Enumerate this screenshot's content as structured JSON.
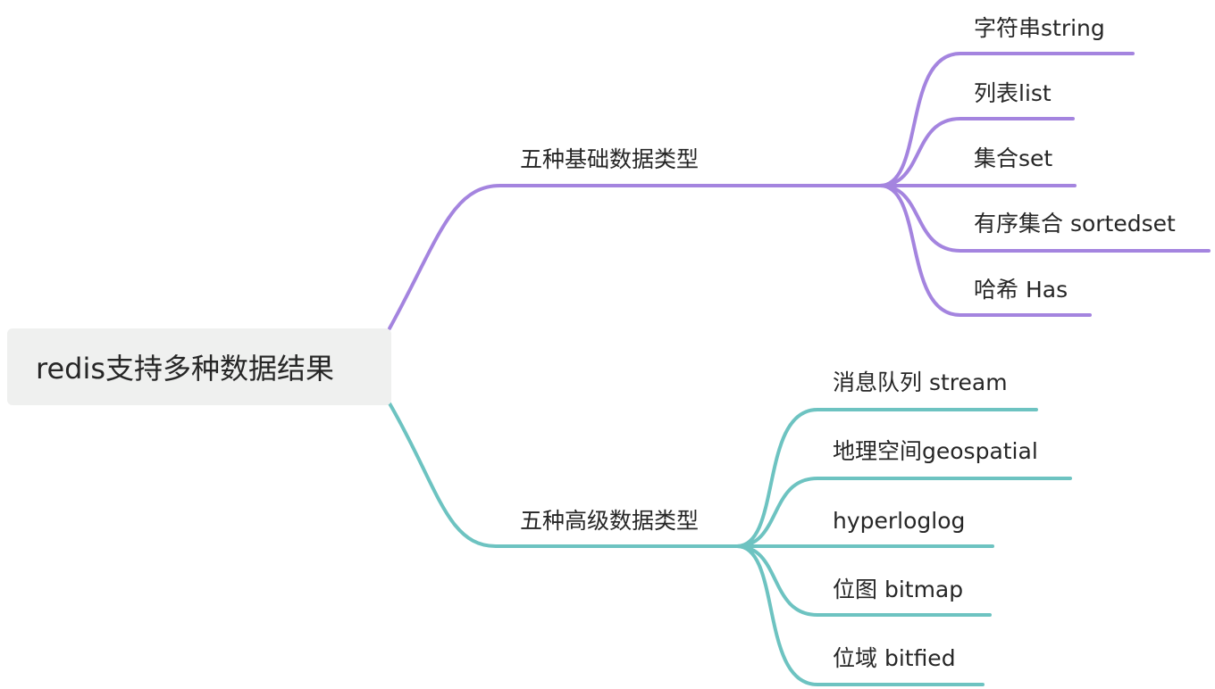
{
  "root": {
    "label": "redis支持多种数据结果"
  },
  "colors": {
    "basic_branch": "#a484df",
    "advanced_branch": "#6dc3c1",
    "root_fill": "#eff0ef",
    "text": "#262626"
  },
  "branches": [
    {
      "label": "五种基础数据类型",
      "children": [
        "字符串string",
        "列表list",
        "集合set",
        "有序集合 sortedset",
        "哈希 Has"
      ]
    },
    {
      "label": "五种高级数据类型",
      "children": [
        "消息队列 stream",
        "地理空间geospatial",
        "hyperloglog",
        "位图 bitmap",
        "位域 bitfied"
      ]
    }
  ]
}
